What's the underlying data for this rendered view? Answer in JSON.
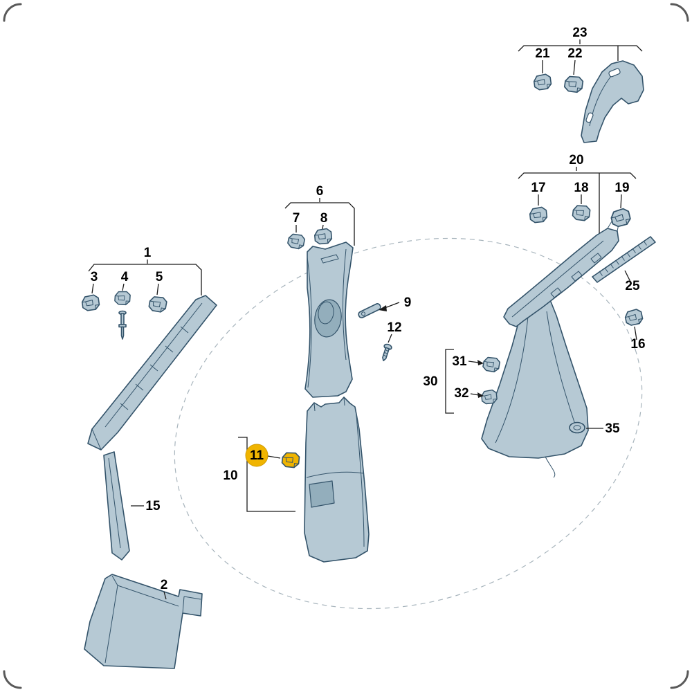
{
  "diagram": {
    "name": "car-pillar-trim-exploded-parts-diagram",
    "highlighted_part": "11",
    "colors": {
      "part_fill": "#b6c9d4",
      "part_fill_dark": "#93aebc",
      "part_stroke": "#33536a",
      "line": "#1a1a1a",
      "dash": "#a7b4bc",
      "highlight": "#f0b400",
      "label": "#000000"
    },
    "labels": {
      "p1": "1",
      "p2": "2",
      "p3": "3",
      "p4": "4",
      "p5": "5",
      "p6": "6",
      "p7": "7",
      "p8": "8",
      "p9": "9",
      "p10": "10",
      "p11": "11",
      "p12": "12",
      "p15": "15",
      "p16": "16",
      "p17": "17",
      "p18": "18",
      "p19": "19",
      "p20": "20",
      "p21": "21",
      "p22": "22",
      "p23": "23",
      "p25": "25",
      "p30": "30",
      "p31": "31",
      "p32": "32",
      "p35": "35"
    }
  }
}
